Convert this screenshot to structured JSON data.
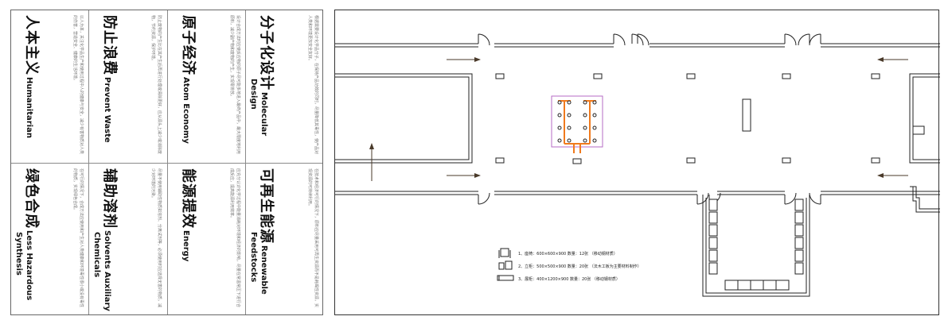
{
  "principles": [
    {
      "cn": "分子化设计",
      "en": "Molecular",
      "en2": "Design",
      "desc": "根据需要设计化学品分子，在保持产品功效的同时，尽量降低其毒性，使产品对人类和环境更加安全友好。"
    },
    {
      "cn": "原子经济",
      "en": "Atom Economy",
      "en2": "",
      "desc": "设计合成方法时应使反应物的原子尽可能多地进入最终产品中，最大限度地利用原料，减少副产物和废物的产生，实现零排放。"
    },
    {
      "cn": "防止浪费",
      "en": "Prevent Waste",
      "en2": "",
      "desc": "防止废物的产生比在其产生后再进行处理或清除更好，应从源头上减少或消除废物，节约资源，保护环境。"
    },
    {
      "cn": "人本主义",
      "en": "Humanitarian",
      "en2": "",
      "desc": "以人为本，关注化学品生产和使用过程中人的健康与安全，减少有害物质对人类的伤害，营造安全、健康的生活环境。"
    },
    {
      "cn": "可再生能源",
      "en": "Renewable",
      "en2": "Feedstocks",
      "desc": "在技术和经济可行的情况下，原料应尽量采用可再生资源而不是耗竭性资源，实现资源的可持续利用。"
    },
    {
      "cn": "能源提效",
      "en": "Energy",
      "en2": "",
      "desc": "应充分认识化学过程中能量消耗对环境和经济的影响，尽量在常温常压下进行合成反应，提高能源利用效率。"
    },
    {
      "cn": "辅助溶剂",
      "en": "Solvents Auxiliary",
      "en2": "Chemicals",
      "desc": "尽量不使用辅助性物质如溶剂、分离试剂等，必须使用时应选择无害的物质，减少对环境的污染。"
    },
    {
      "cn": "绿色合成",
      "en": "Less Hazardous",
      "en2": "Synthesis",
      "desc": "在可行的情况下，合成方法应使用和产生对人类健康和环境毒性很小或没有毒性的物质，实现绿色合成。"
    }
  ],
  "legend": [
    {
      "text": "1、座椅：600×600×900 数量：12张 （移动钢材质）"
    },
    {
      "text": "2、立柜：500×500×900 数量：20张 （法木工板为主要材料制作）"
    },
    {
      "text": "3、展柜：400×1200×900 数量：20张 （移动钢材质）"
    }
  ],
  "colors": {
    "grid_outline": "#b66bc4",
    "pipe": "#f07a1d",
    "line": "#222222",
    "arrow": "#4a3a2a"
  }
}
